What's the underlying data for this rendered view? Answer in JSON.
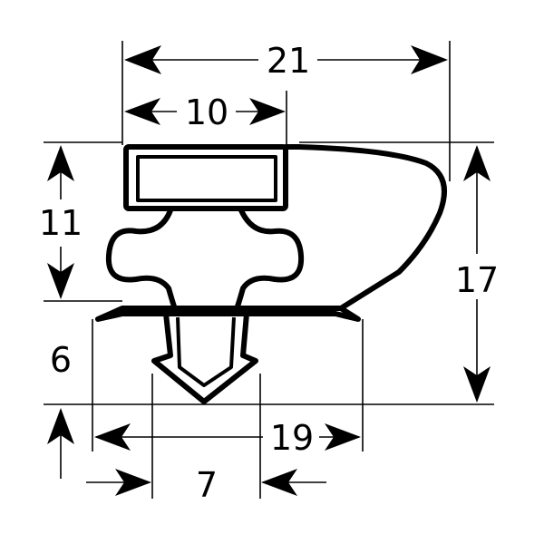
{
  "drawing": {
    "description_free": true,
    "line_color": "#000000",
    "background_color": "#ffffff"
  },
  "dimensions": {
    "top_width": "21",
    "magnet_width": "10",
    "left_height": "11",
    "right_height": "17",
    "base_height": "6",
    "base_width": "19",
    "dart_width": "7"
  }
}
